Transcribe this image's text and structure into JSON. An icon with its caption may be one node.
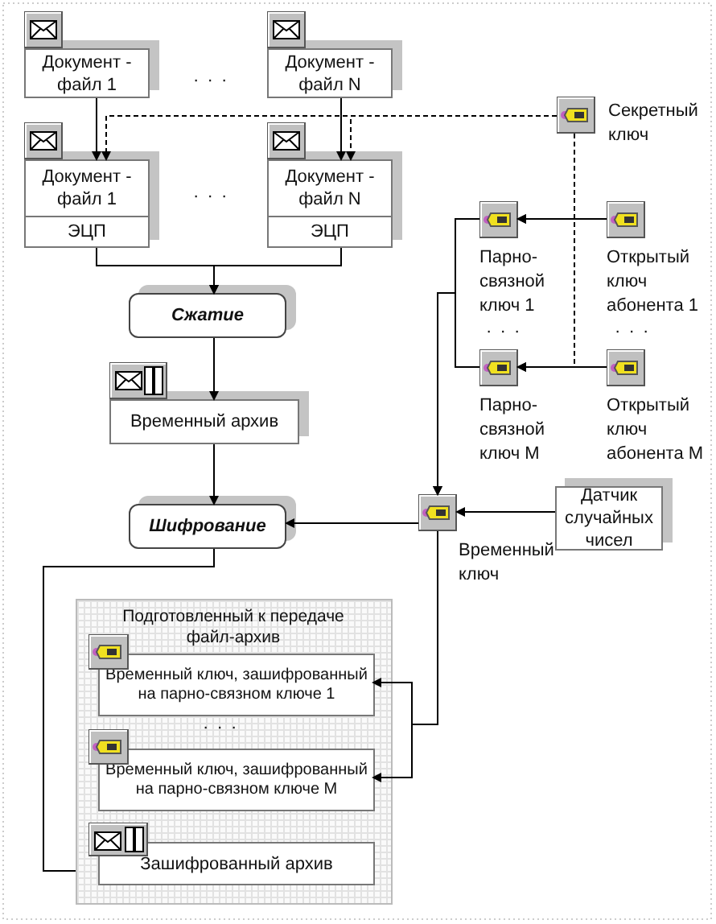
{
  "diagram": {
    "nodes": [
      {
        "text": [
          "Документ - файл 1"
        ]
      },
      {
        "text": [
          "Документ - файл N"
        ]
      },
      {
        "text": [
          "Секретный ключ"
        ]
      },
      {
        "text": [
          "Документ - файл 1",
          "ЭЦП"
        ]
      },
      {
        "text": [
          "Документ - файл N",
          "ЭЦП"
        ]
      },
      {
        "text": [
          "Сжатие"
        ]
      },
      {
        "text": [
          "Временный архив"
        ]
      },
      {
        "text": [
          "Парно-связной ключ 1"
        ]
      },
      {
        "text": [
          "Открытый ключ абонента 1"
        ]
      },
      {
        "text": [
          "Парно-связной ключ M"
        ]
      },
      {
        "text": [
          "Открытый ключ абонента M"
        ]
      },
      {
        "text": [
          "Шифрование"
        ]
      },
      {
        "text": [
          "Временный ключ"
        ]
      },
      {
        "text": [
          "Датчик случайных чисел"
        ]
      },
      {
        "text": [
          "Подготовленный к передаче файл-архив"
        ]
      },
      {
        "text": [
          "Временный ключ, зашифрованный на парно-связном ключе 1"
        ],
        "in": 14
      },
      {
        "text": [
          "Временный ключ, зашифрованный на парно-связном ключе M"
        ],
        "in": 14
      },
      {
        "text": [
          "Зашифрованный архив"
        ],
        "in": 14
      }
    ],
    "edges": [
      {
        "from": 0,
        "to": 3,
        "arrow": "to"
      },
      {
        "from": 1,
        "to": 4,
        "arrow": "to"
      },
      {
        "from": 2,
        "to": 3,
        "arrow": "to",
        "style": "dashed"
      },
      {
        "from": 2,
        "to": 4,
        "arrow": "to",
        "style": "dashed"
      },
      {
        "from": 2,
        "to": 7,
        "arrow": "to",
        "style": "dashed"
      },
      {
        "from": 2,
        "to": 9,
        "arrow": "to",
        "style": "dashed"
      },
      {
        "from": 8,
        "to": 7,
        "arrow": "to"
      },
      {
        "from": 10,
        "to": 9,
        "arrow": "to"
      },
      {
        "from": 7,
        "to": 12,
        "arrow": "to"
      },
      {
        "from": 9,
        "to": 12,
        "arrow": "to"
      },
      {
        "from": 13,
        "to": 12,
        "arrow": "to"
      },
      {
        "from": 12,
        "to": 11,
        "arrow": "to"
      },
      {
        "from": 12,
        "to": 15,
        "arrow": "to"
      },
      {
        "from": 12,
        "to": 16,
        "arrow": "to"
      },
      {
        "from": 3,
        "to": 5,
        "arrow": "to"
      },
      {
        "from": 4,
        "to": 5,
        "arrow": "to"
      },
      {
        "from": 5,
        "to": 6,
        "arrow": "to"
      },
      {
        "from": 6,
        "to": 11,
        "arrow": "to"
      },
      {
        "from": 11,
        "to": 14,
        "arrow": "none"
      }
    ],
    "labels": [
      "· · ·",
      "· · ·",
      "· · ·",
      "· · ·",
      "· · ·"
    ]
  }
}
